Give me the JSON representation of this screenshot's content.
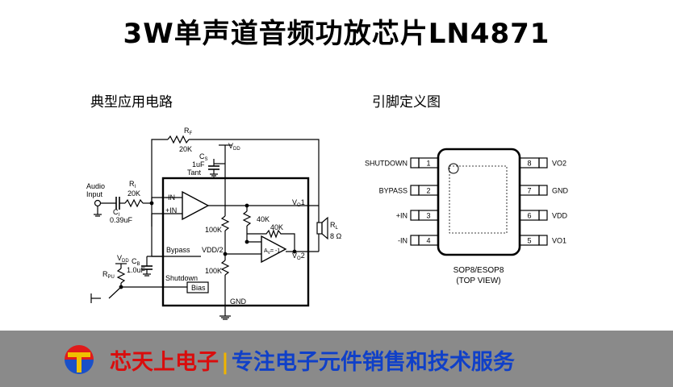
{
  "title": "3W单声道音频功放芯片LN4871",
  "left_section": {
    "heading": "典型应用电路"
  },
  "right_section": {
    "heading": "引脚定义图"
  },
  "schematic": {
    "labels": {
      "rf": "R",
      "rf_sub": "F",
      "rf_value": "20K",
      "vdd_top": "V",
      "vdd_top_sub": "DD",
      "cs": "C",
      "cs_sub": "S",
      "cs_value": "1uF",
      "cs_type": "Tant",
      "audio": "Audio",
      "input": "Input",
      "ri": "R",
      "ri_sub": "I",
      "ri_value": "20K",
      "ci": "C",
      "ci_sub": "I",
      "ci_value": "0.39uF",
      "neg_in": "-IN",
      "pos_in": "+IN",
      "vo1": "V",
      "vo1_sub": "O",
      "vo1_num": "1",
      "vo2": "V",
      "vo2_sub": "O",
      "vo2_num": "2",
      "r40k_a": "40K",
      "r40k_b": "40K",
      "r100k_a": "100K",
      "r100k_b": "100K",
      "av": "A",
      "av_sub": "V",
      "av_val": "= -1",
      "rl": "R",
      "rl_sub": "L",
      "rl_value": "8 Ω",
      "bypass": "Bypass",
      "vdd2": "VDD/2",
      "vdd_left": "V",
      "vdd_left_sub": "DD",
      "cb": "C",
      "cb_sub": "B",
      "cb_value": "1.0uF",
      "rpu": "R",
      "rpu_sub": "PU",
      "shutdown": "Shutdown",
      "bias": "Bias",
      "gnd": "GND"
    }
  },
  "pinout": {
    "package": "SOP8/ESOP8",
    "view": "(TOP VIEW)",
    "pins_left": [
      {
        "number": "1",
        "name": "SHUTDOWN"
      },
      {
        "number": "2",
        "name": "BYPASS"
      },
      {
        "number": "3",
        "name": "+IN"
      },
      {
        "number": "4",
        "name": "-IN"
      }
    ],
    "pins_right": [
      {
        "number": "8",
        "name": "VO2"
      },
      {
        "number": "7",
        "name": "GND"
      },
      {
        "number": "6",
        "name": "VDD"
      },
      {
        "number": "5",
        "name": "VO1"
      }
    ]
  },
  "footer": {
    "company": "芯天上电子",
    "separator": "|",
    "slogan": "专注电子元件销售和技术服务"
  },
  "colors": {
    "footer_bg": "#8a8a8a",
    "company_red": "#d90d0d",
    "separator_yellow": "#f0b400",
    "slogan_blue": "#1040c8",
    "logo_red": "#e01a1a",
    "logo_blue": "#1a50c8",
    "logo_yellow": "#f0c000"
  }
}
